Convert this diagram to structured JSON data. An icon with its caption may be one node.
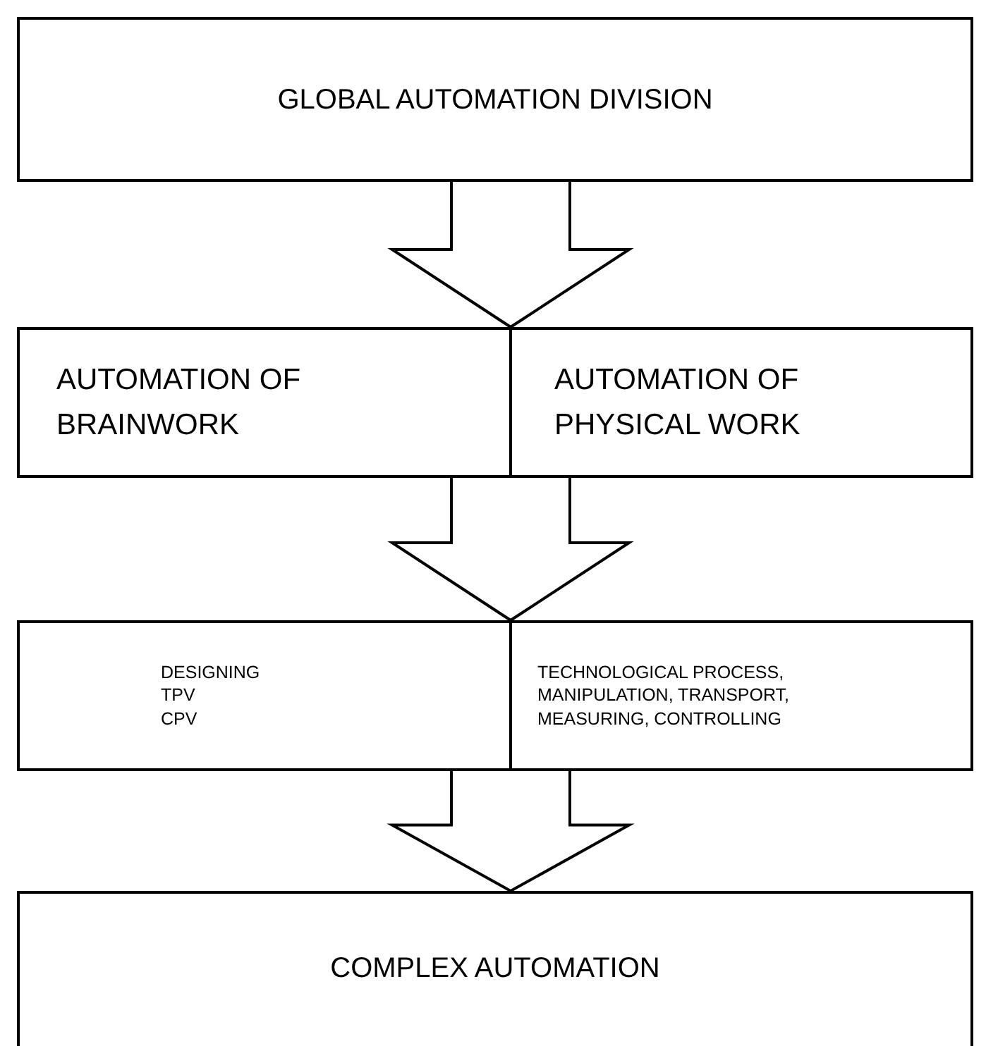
{
  "diagram": {
    "nodes": [
      {
        "text": [
          "GLOBAL AUTOMATION DIVISION"
        ]
      },
      {
        "text": [
          "AUTOMATION OF BRAINWORK"
        ]
      },
      {
        "text": [
          "AUTOMATION OF PHYSICAL WORK"
        ]
      },
      {
        "text": [
          "DESIGNING",
          "TPV",
          "CPV"
        ]
      },
      {
        "text": [
          "TECHNOLOGICAL PROCESS, MANIPULATION, TRANSPORT, MEASURING, CONTROLLING"
        ]
      },
      {
        "text": [
          "COMPLEX AUTOMATION"
        ]
      }
    ],
    "edges": [
      {
        "from": 0,
        "to": 1,
        "arrow": "to"
      },
      {
        "from": 0,
        "to": 2,
        "arrow": "to"
      },
      {
        "from": 1,
        "to": 3,
        "arrow": "to"
      },
      {
        "from": 2,
        "to": 4,
        "arrow": "to"
      },
      {
        "from": 3,
        "to": 5,
        "arrow": "to"
      },
      {
        "from": 4,
        "to": 5,
        "arrow": "to"
      }
    ]
  }
}
